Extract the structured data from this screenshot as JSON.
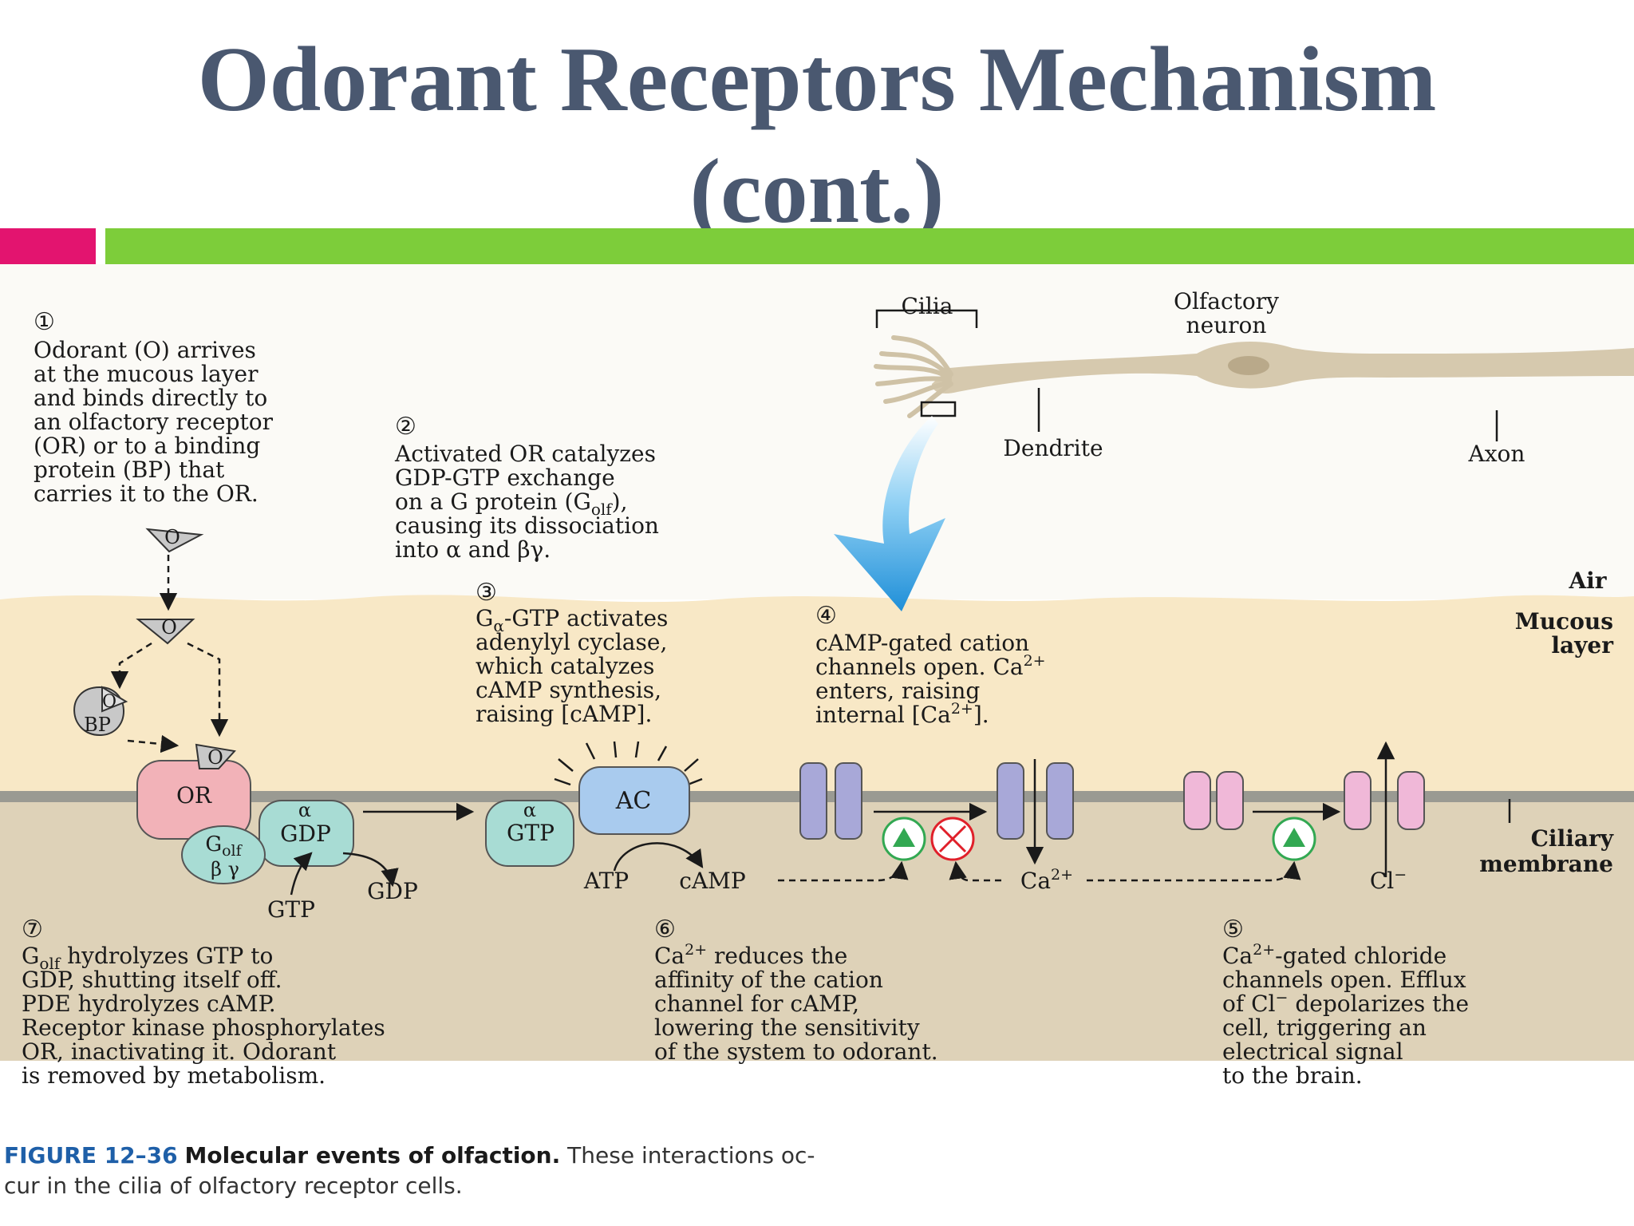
{
  "title_line1": "Odorant Receptors Mechanism",
  "title_line2": "(cont.)",
  "colors": {
    "title": "#4a5870",
    "accent_pink": "#e3146f",
    "accent_green": "#7dcd3a",
    "mucous": "#f8e8c6",
    "cytosol": "#ded2b8",
    "membrane": "#9a9a92",
    "arrow_blue": "#2f9ee0"
  },
  "diagram": {
    "labels": {
      "cilia": "Cilia",
      "olfactory_neuron_1": "Olfactory",
      "olfactory_neuron_2": "neuron",
      "dendrite": "Dendrite",
      "axon": "Axon",
      "air": "Air",
      "mucous_1": "Mucous",
      "mucous_2": "layer",
      "ciliary_1": "Ciliary",
      "ciliary_2": "membrane"
    },
    "molecules": {
      "odorant": "O",
      "bp": "BP",
      "or": "OR",
      "alpha": "α",
      "gdp": "GDP",
      "gtp": "GTP",
      "golf": "G",
      "olf_sub": "olf",
      "beta_gamma": "β γ",
      "ac": "AC",
      "atp": "ATP",
      "camp": "cAMP",
      "ca": "Ca",
      "ca_sup": "2+",
      "cl": "Cl",
      "cl_sup": "−"
    },
    "steps": [
      {
        "num": "①",
        "lines": [
          "Odorant (O) arrives",
          "at the mucous layer",
          "and binds directly to",
          "an olfactory receptor",
          "(OR) or to a binding",
          "protein (BP) that",
          "carries it to the OR."
        ]
      },
      {
        "num": "②",
        "lines": [
          "Activated OR catalyzes",
          "GDP-GTP exchange",
          "on a G protein (G",
          "causing its dissociation",
          "into α and βγ."
        ],
        "sub": "olf",
        "after": "),"
      },
      {
        "num": "③",
        "lines": [
          "-GTP activates",
          "adenylyl cyclase,",
          "which catalyzes",
          "cAMP synthesis,",
          "raising [cAMP]."
        ],
        "pre": "G",
        "sub": "α"
      },
      {
        "num": "④",
        "lines": [
          "cAMP-gated cation",
          "channels open. Ca",
          "enters, raising",
          "internal [Ca"
        ],
        "sup": "2+",
        "after": "]."
      },
      {
        "num": "⑤",
        "lines": [
          "-gated chloride",
          "channels open. Efflux",
          "of Cl",
          " depolarizes the",
          "cell, triggering an",
          "electrical signal",
          "to the brain."
        ],
        "pre": "Ca",
        "sup": "2+",
        "sup2": "−"
      },
      {
        "num": "⑥",
        "lines": [
          " reduces the",
          "affinity of the cation",
          "channel for cAMP,",
          "lowering the sensitivity",
          "of the system to odorant."
        ],
        "pre": "Ca",
        "sup": "2+"
      },
      {
        "num": "⑦",
        "lines": [
          " hydrolyzes GTP to",
          "GDP, shutting itself off.",
          "PDE hydrolyzes cAMP.",
          "Receptor kinase phosphorylates",
          "OR, inactivating it. Odorant",
          "is removed by metabolism."
        ],
        "pre": "G",
        "sub": "olf"
      }
    ]
  },
  "caption": {
    "figure": "FIGURE 12–36",
    "bold": "Molecular events of olfaction.",
    "rest1": " These interactions oc-",
    "rest2": "cur in the cilia of olfactory receptor cells."
  }
}
